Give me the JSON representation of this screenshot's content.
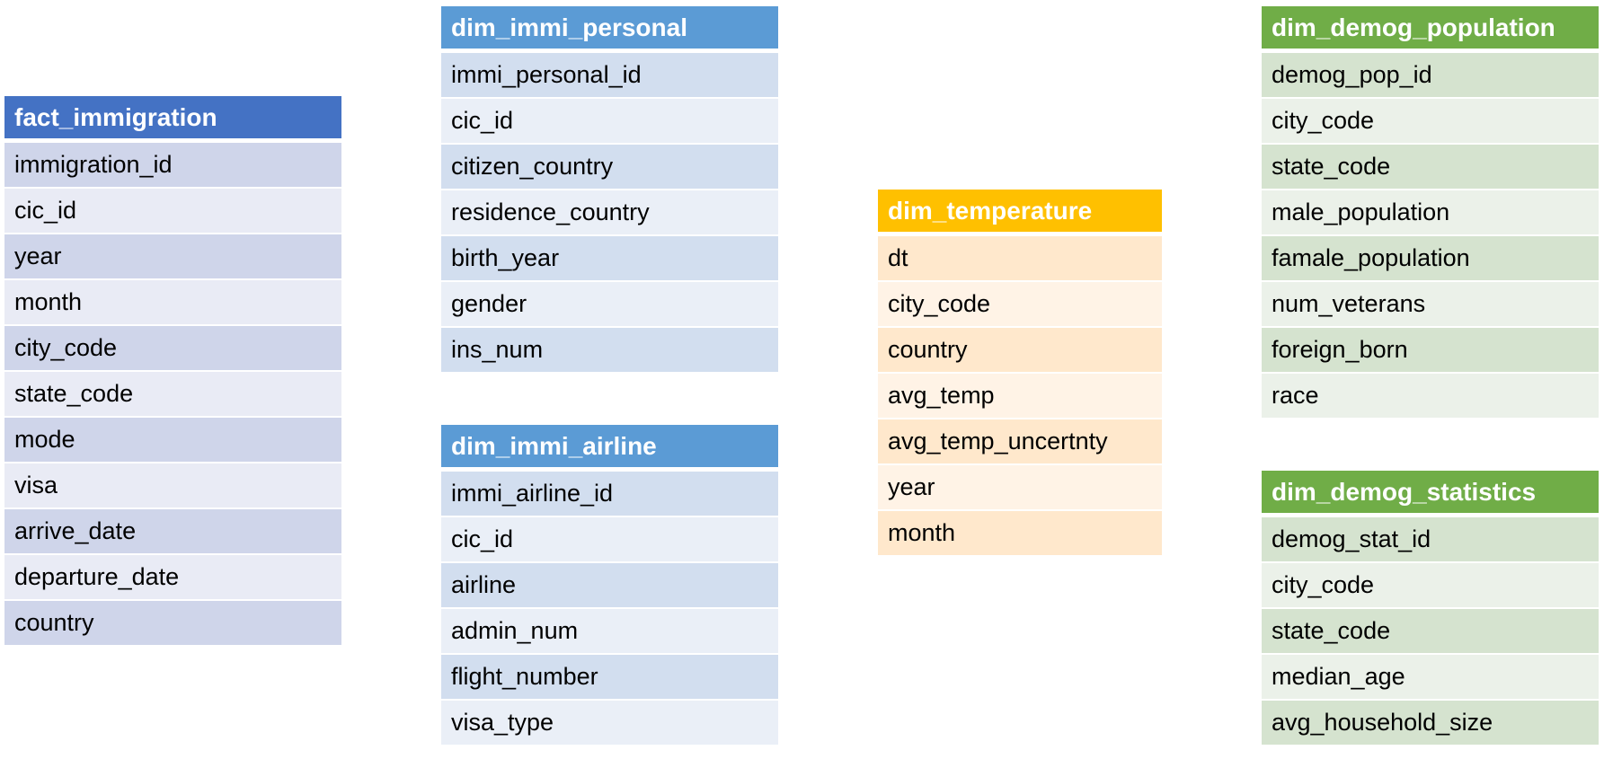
{
  "tables": [
    {
      "id": "t-fact",
      "name": "fact_immigration",
      "header_color": "#4472C4",
      "row_colors": [
        "#CFD5EA",
        "#E9EBF5"
      ],
      "fields": [
        "immigration_id",
        "cic_id",
        "year",
        "month",
        "city_code",
        "state_code",
        "mode",
        "visa",
        "arrive_date",
        "departure_date",
        "country"
      ]
    },
    {
      "id": "t-personal",
      "name": "dim_immi_personal",
      "header_color": "#5B9BD5",
      "row_colors": [
        "#D2DEEF",
        "#EAEFF7"
      ],
      "fields": [
        "immi_personal_id",
        "cic_id",
        "citizen_country",
        "residence_country",
        "birth_year",
        "gender",
        "ins_num"
      ]
    },
    {
      "id": "t-airline",
      "name": "dim_immi_airline",
      "header_color": "#5B9BD5",
      "row_colors": [
        "#D2DEEF",
        "#EAEFF7"
      ],
      "fields": [
        "immi_airline_id",
        "cic_id",
        "airline",
        "admin_num",
        "flight_number",
        "visa_type"
      ]
    },
    {
      "id": "t-temp",
      "name": "dim_temperature",
      "header_color": "#FFC000",
      "row_colors": [
        "#FFE8CC",
        "#FFF3E6"
      ],
      "fields": [
        "dt",
        "city_code",
        "country",
        "avg_temp",
        "avg_temp_uncertnty",
        "year",
        "month"
      ]
    },
    {
      "id": "t-demogpop",
      "name": "dim_demog_population",
      "header_color": "#70AD47",
      "row_colors": [
        "#D5E3CF",
        "#EBF1E9"
      ],
      "fields": [
        "demog_pop_id",
        "city_code",
        "state_code",
        "male_population",
        "famale_population",
        "num_veterans",
        "foreign_born",
        "race"
      ]
    },
    {
      "id": "t-demogstat",
      "name": "dim_demog_statistics",
      "header_color": "#70AD47",
      "row_colors": [
        "#D5E3CF",
        "#EBF1E9"
      ],
      "fields": [
        "demog_stat_id",
        "city_code",
        "state_code",
        "median_age",
        "avg_household_size"
      ]
    }
  ]
}
